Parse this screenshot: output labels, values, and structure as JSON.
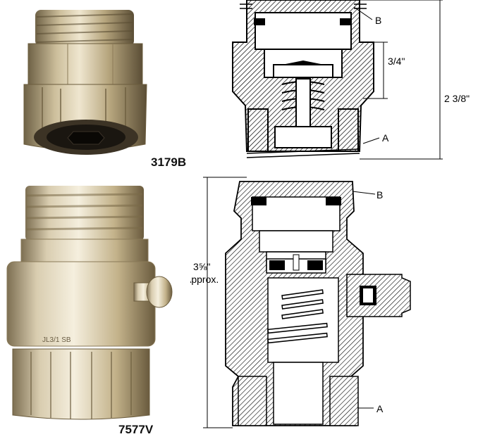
{
  "figure": {
    "top_product": {
      "model": "3179B",
      "labels": {
        "b": "B",
        "a": "A"
      },
      "dimensions": {
        "short": "3/4\"",
        "overall": "2 3/8\""
      }
    },
    "bottom_product": {
      "model": "7577V",
      "labels": {
        "b": "B",
        "a": "A"
      },
      "dimensions": {
        "overall_line1": "3⅝\"",
        "overall_line2": "Approx."
      },
      "photo_stamp": "JL3/1 SB"
    }
  },
  "colors": {
    "brass_light": "#e9dcc0",
    "brass_mid": "#c8b690",
    "brass_dark": "#7e6c4c",
    "line": "#000000"
  }
}
